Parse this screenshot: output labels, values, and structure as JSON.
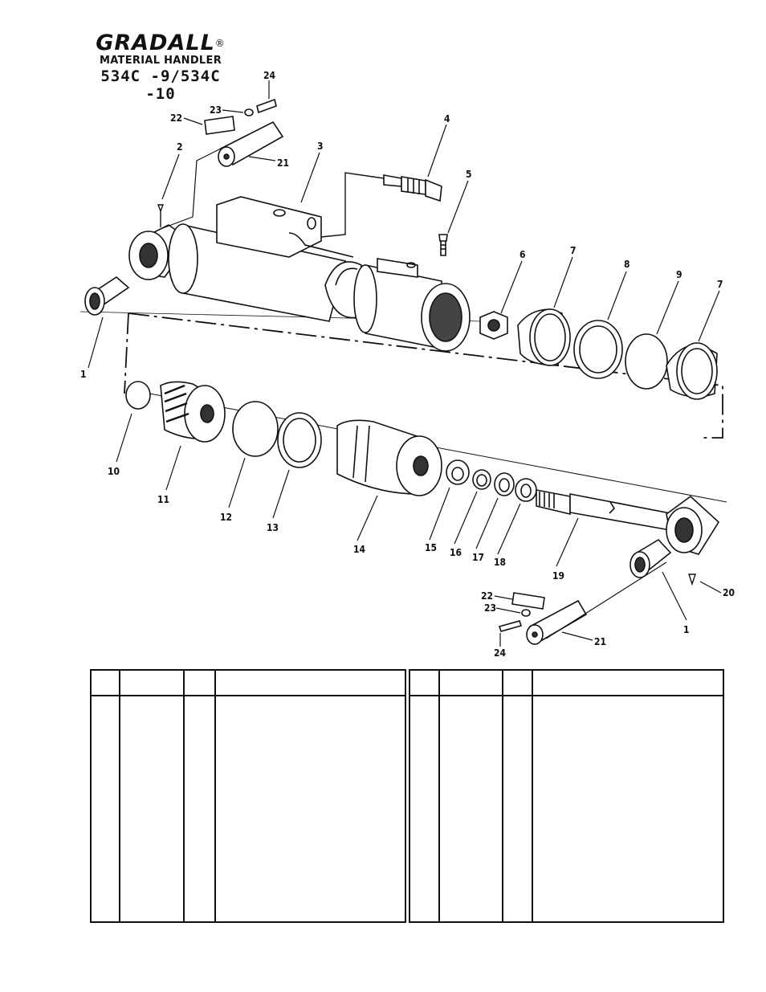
{
  "brand": {
    "logo": "GRADALL",
    "registered": "®",
    "product": "MATERIAL HANDLER",
    "model": "534C -9/534C -10"
  },
  "diagram": {
    "callouts": {
      "c1a": "1",
      "c1b": "1",
      "c2": "2",
      "c3": "3",
      "c4": "4",
      "c5": "5",
      "c6": "6",
      "c7a": "7",
      "c7b": "7",
      "c8": "8",
      "c9": "9",
      "c10": "10",
      "c11": "11",
      "c12": "12",
      "c13": "13",
      "c14": "14",
      "c15": "15",
      "c16": "16",
      "c17": "17",
      "c18": "18",
      "c19": "19",
      "c20": "20",
      "c21a": "21",
      "c21b": "21",
      "c22a": "22",
      "c22b": "22",
      "c23a": "23",
      "c23b": "23",
      "c24a": "24",
      "c24b": "24"
    }
  },
  "parts_tables": {
    "left": {},
    "right": {}
  }
}
